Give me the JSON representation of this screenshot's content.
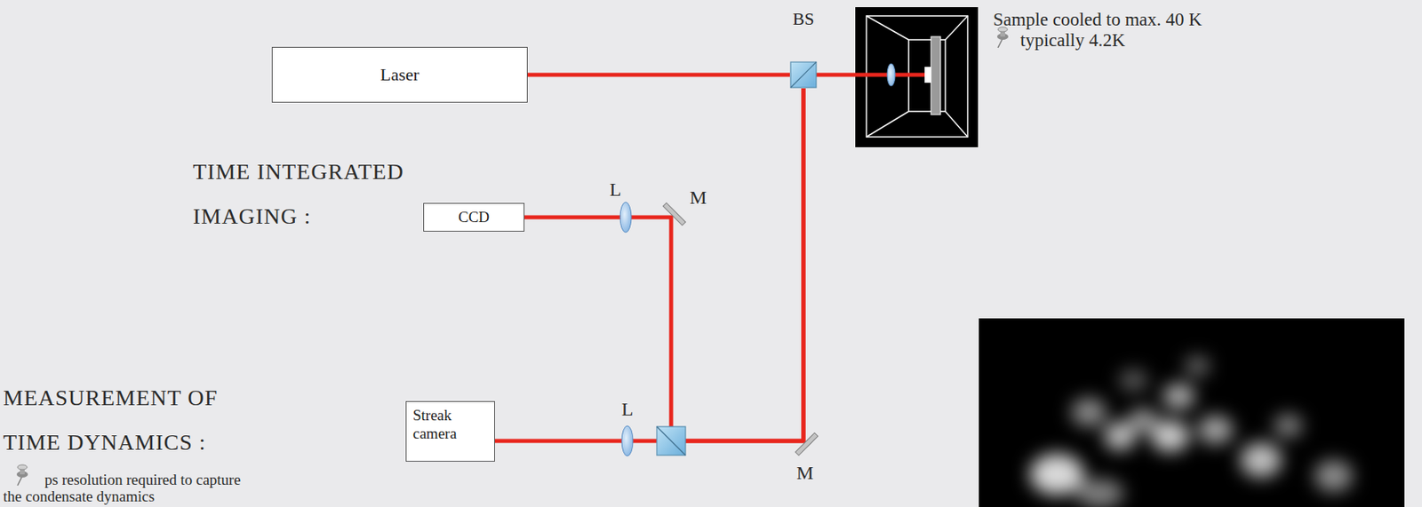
{
  "diagram": {
    "nodes": [
      {
        "text": [
          "Laser"
        ]
      },
      {
        "text": [
          "BS"
        ]
      },
      {
        "text": [
          "CCD"
        ]
      },
      {
        "text": [
          "Streak camera"
        ]
      }
    ],
    "edges": [
      {
        "from": 0,
        "to": 1,
        "arrow": "none"
      },
      {
        "from": 1,
        "to": 2,
        "arrow": "none"
      },
      {
        "from": 1,
        "to": 3,
        "arrow": "none"
      }
    ],
    "labels": [
      "Sample cooled to max. 40 K",
      "typically 4.2K",
      "TIME INTEGRATED IMAGING :",
      "L",
      "M",
      "MEASUREMENT OF TIME DYNAMICS :",
      "ps resolution required to capture the condensate dynamics",
      "L",
      "M"
    ]
  }
}
